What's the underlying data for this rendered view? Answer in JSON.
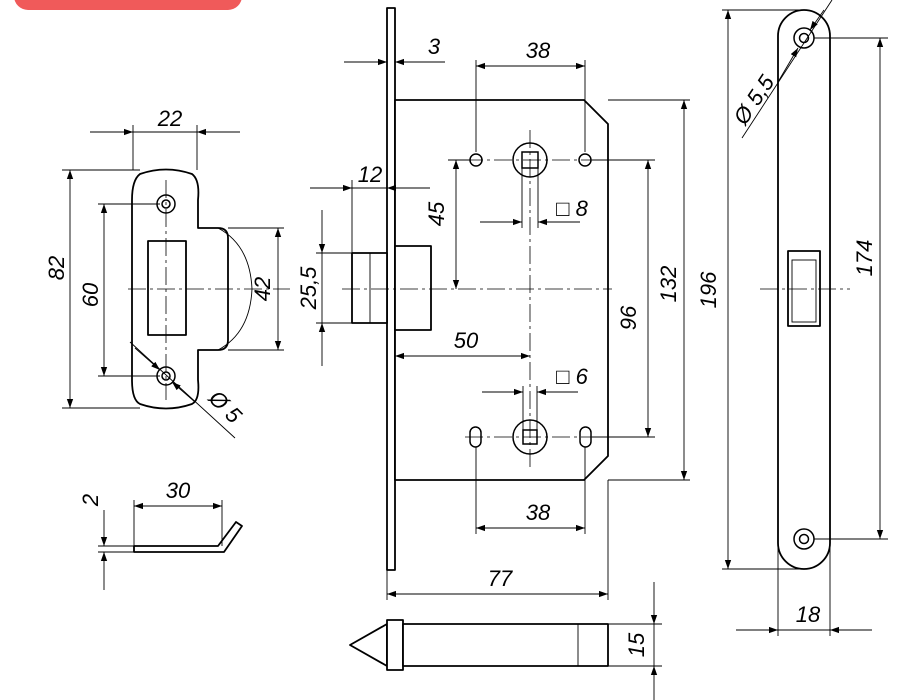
{
  "strike_plate": {
    "width": "22",
    "height": "82",
    "hole_spacing": "60",
    "lip_height": "42",
    "hole_diameter": "Ø 5",
    "thickness": "2",
    "profile_length": "30"
  },
  "lock_body": {
    "plate_thickness": "3",
    "top_hole_spacing": "38",
    "latch_protrusion": "12",
    "spindle_offset": "45",
    "latch_height": "25,5",
    "square_top": "□ 8",
    "backset": "50",
    "square_bottom": "□ 6",
    "bottom_hole_spacing": "38",
    "center_distance": "96",
    "case_height": "132",
    "faceplate_height": "196",
    "case_depth": "77",
    "bolt_width": "15"
  },
  "faceplate": {
    "hole_diameter": "Ø 5,5",
    "hole_spacing": "174",
    "width": "18"
  },
  "colors": {
    "line": "#000000",
    "background": "#ffffff",
    "badge": "#f05a5a"
  }
}
